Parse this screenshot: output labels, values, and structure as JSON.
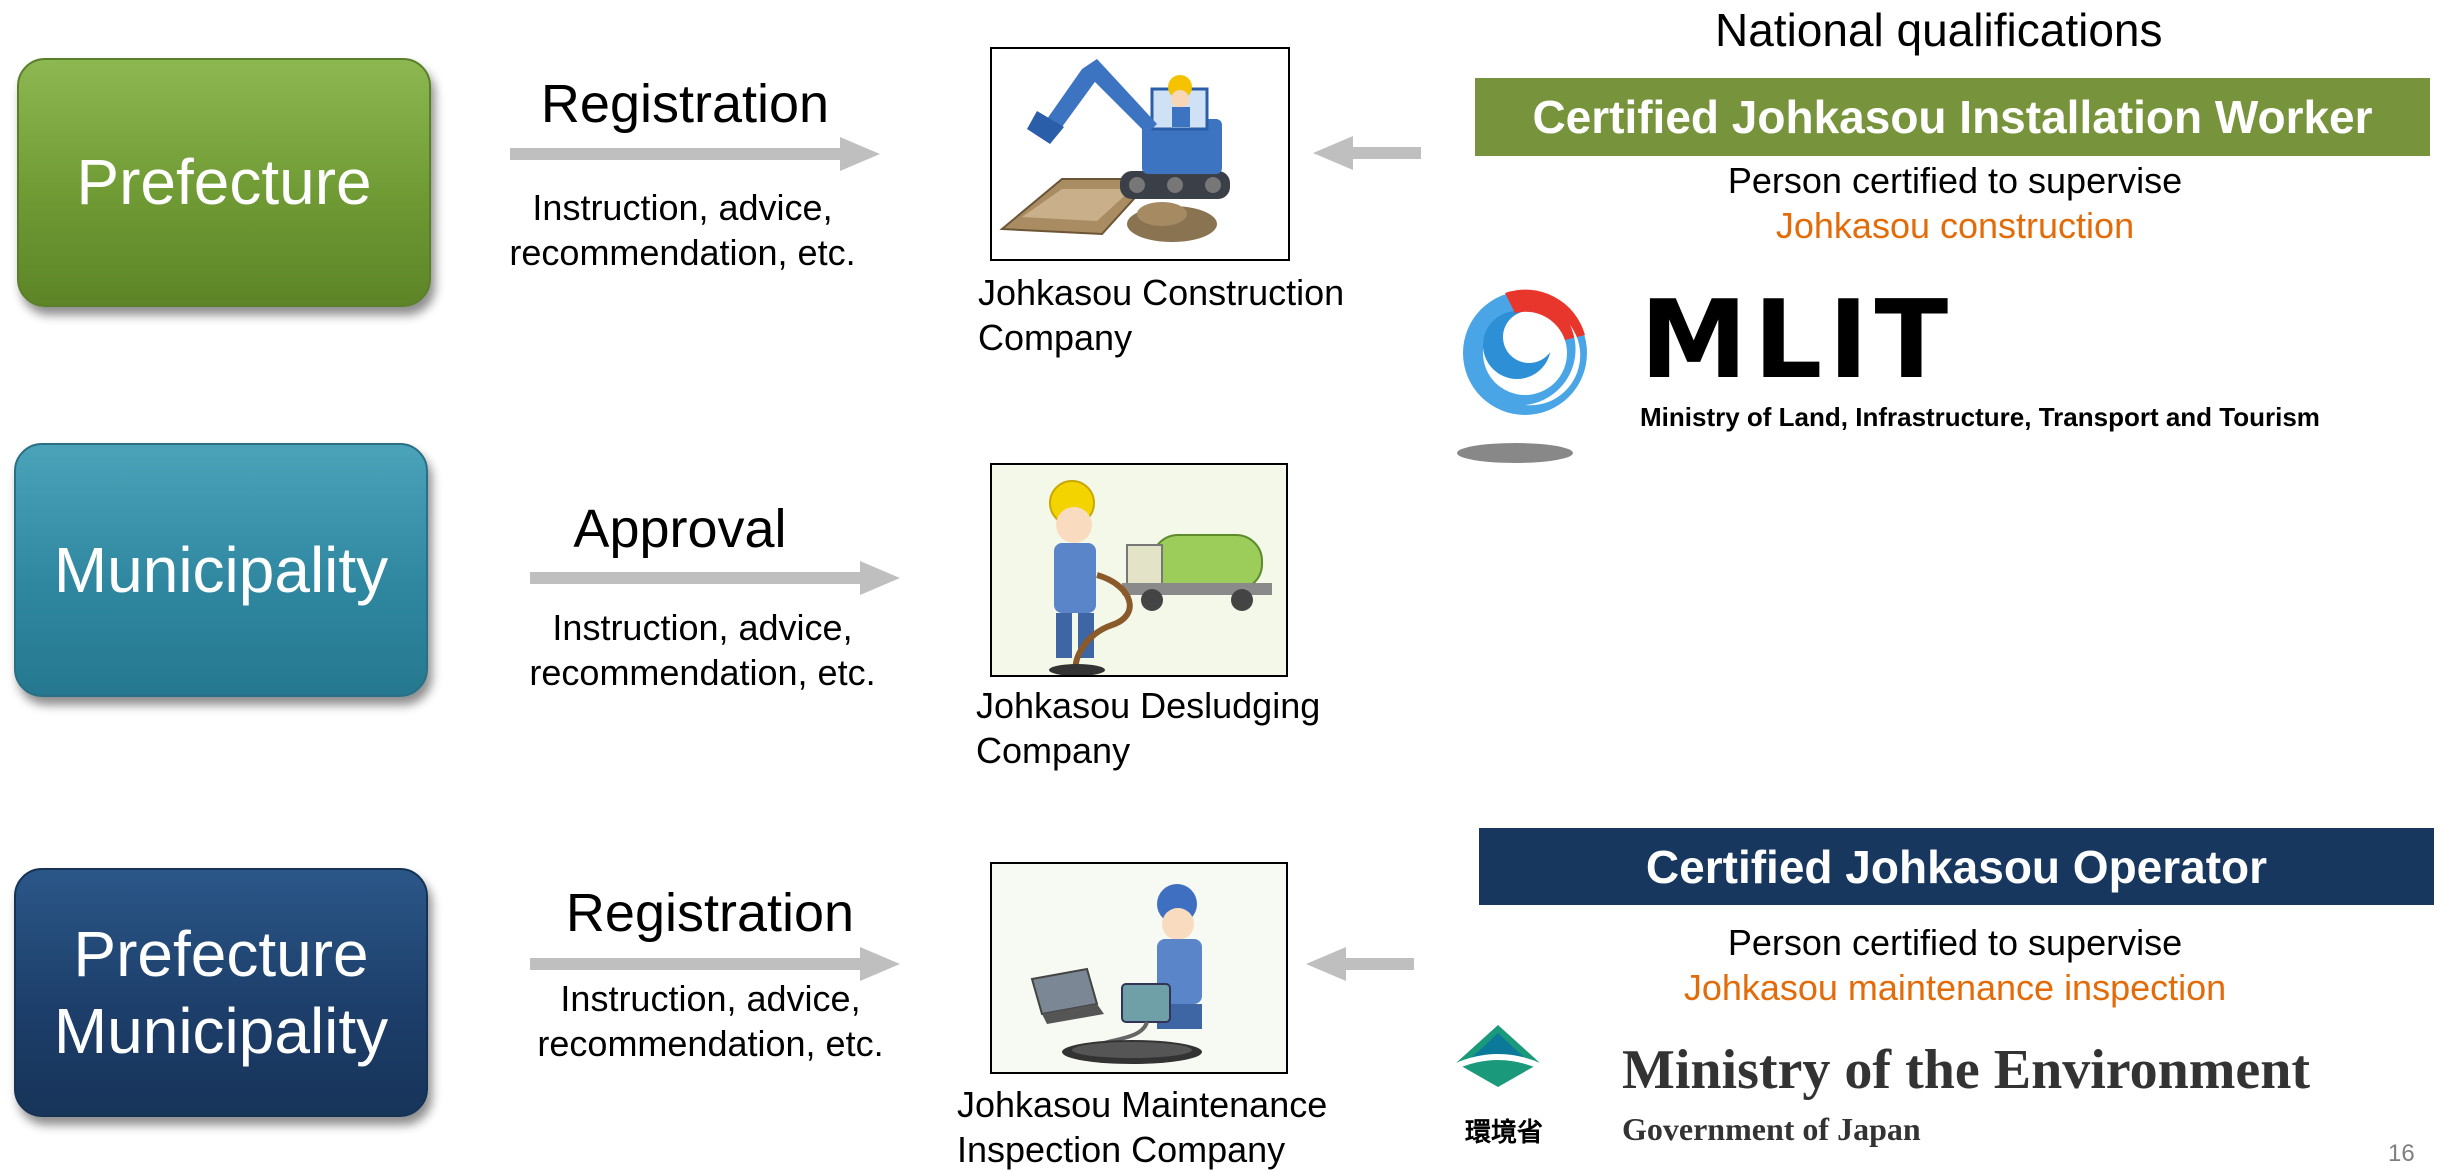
{
  "header": {
    "national_qualifications": "National qualifications"
  },
  "authorities": [
    {
      "label": "Prefecture"
    },
    {
      "label": "Municipality"
    },
    {
      "line1": "Prefecture",
      "line2": "Municipality"
    }
  ],
  "actions": [
    {
      "label": "Registration",
      "instruction1": "Instruction, advice,",
      "instruction2": "recommendation, etc."
    },
    {
      "label": "Approval",
      "instruction1": "Instruction, advice,",
      "instruction2": "recommendation, etc."
    },
    {
      "label": "Registration",
      "instruction1": "Instruction, advice,",
      "instruction2": "recommendation, etc."
    }
  ],
  "companies": [
    {
      "line1": "Johkasou Construction",
      "line2": "Company",
      "icon": "excavator-worker-illustration"
    },
    {
      "line1": "Johkasou Desludging",
      "line2": "Company",
      "icon": "vacuum-truck-worker-illustration"
    },
    {
      "line1": "Johkasou Maintenance",
      "line2": "Inspection Company",
      "icon": "inspection-worker-illustration"
    }
  ],
  "qualifications": [
    {
      "title": "Certified Johkasou Installation Worker",
      "desc1": "Person certified to supervise",
      "desc2": "Johkasou construction",
      "banner_color": "#77933c"
    },
    {
      "title": "Certified Johkasou Operator",
      "desc1": "Person certified to supervise",
      "desc2": "Johkasou maintenance inspection",
      "banner_color": "#17375e"
    }
  ],
  "logos": {
    "mlit": {
      "wordmark": "MLIT",
      "subtitle": "Ministry of Land, Infrastructure, Transport and Tourism"
    },
    "moe": {
      "title": "Ministry of the Environment",
      "subtitle": "Government of Japan",
      "kanji": "環境省"
    }
  },
  "page_number": "16",
  "colors": {
    "accent_orange": "#e36c0a",
    "arrow_gray": "#bfbfbf"
  }
}
